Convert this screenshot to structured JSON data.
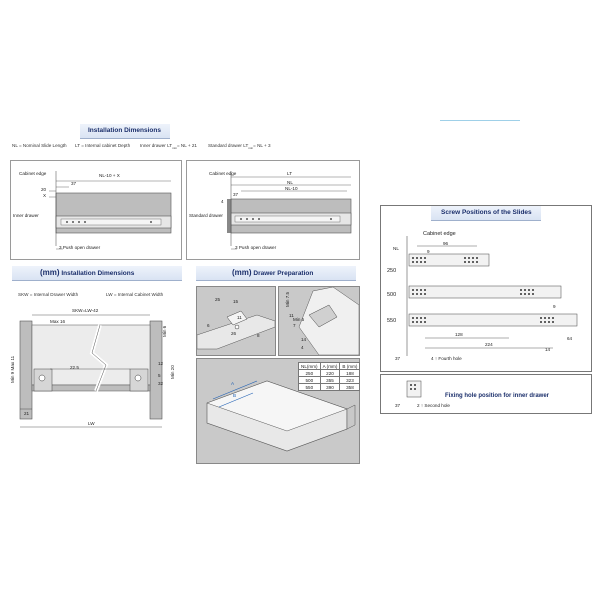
{
  "install_dims": {
    "title": "Installation Dimensions",
    "legend": {
      "nl": "NL = Nominal Slide Length",
      "lt": "LT = Internal cabinet Depth",
      "inner": "Inner drawer  LT",
      "inner_sub": "min",
      "inner_val": "= NL + 21",
      "standard": "Standard drawer  LT",
      "standard_sub": "min",
      "standard_val": "= NL + 3"
    },
    "left_panel": {
      "cabinet_edge": "Cabinet edge",
      "d37": "37",
      "d20": "20",
      "x": "X",
      "nl_formula": "NL-10 + X",
      "inner_drawer": "Inner drawer",
      "push": "3  Push open drawer"
    },
    "right_panel": {
      "cabinet_edge": "Cabinet edge",
      "lt": "LT",
      "nl": "NL",
      "nl10": "NL-10",
      "d37": "37",
      "d4": "4",
      "standard_drawer": "Standard drawer",
      "push": "3  Push open drawer"
    }
  },
  "mm_install": {
    "mm": "(mm)",
    "title": "Installation Dimensions",
    "skw": "SKW = Internal Drawer Width",
    "lw": "LW = Internal Cabinet Width",
    "skw_formula": "SKW=LW-42",
    "max16": "Max 16",
    "min6": "Min 6",
    "min9max11": "Min 9 Max 11",
    "d225": "22.5",
    "d12": "12",
    "d5": "5",
    "d32": "32",
    "min20": "Min 20",
    "d21": "21",
    "lw_label": "LW"
  },
  "drawer_prep": {
    "mm": "(mm)",
    "title": "Drawer Preparation",
    "d25": "25",
    "d6": "6",
    "d15": "15",
    "d11": "11",
    "d26": "26",
    "d8": "8",
    "min75": "Min 7.5",
    "min5": "Min 5",
    "d7": "7",
    "d14": "14",
    "d4": "4",
    "a": "A",
    "b": "B",
    "table": {
      "headers": [
        "NL(mm)",
        "A (mm)",
        "B (mm)"
      ],
      "rows": [
        [
          "250",
          "220",
          "188"
        ],
        [
          "500",
          "355",
          "323"
        ],
        [
          "550",
          "390",
          "358"
        ]
      ]
    }
  },
  "screw": {
    "title": "Screw Positions of the Slides",
    "cabinet_edge": "Cabinet edge",
    "nl": "NL",
    "d96": "96",
    "d9": "9",
    "rows": [
      "250",
      "500",
      "550"
    ],
    "d128": "128",
    "d224": "224",
    "d14": "14",
    "d64": "64",
    "d37": "37",
    "fourth": "4",
    "fourth_label": "Fourth hole",
    "fixing_title": "Fixing hole position for inner drawer",
    "d37b": "37",
    "second": "2",
    "second_label": "Second hole"
  }
}
